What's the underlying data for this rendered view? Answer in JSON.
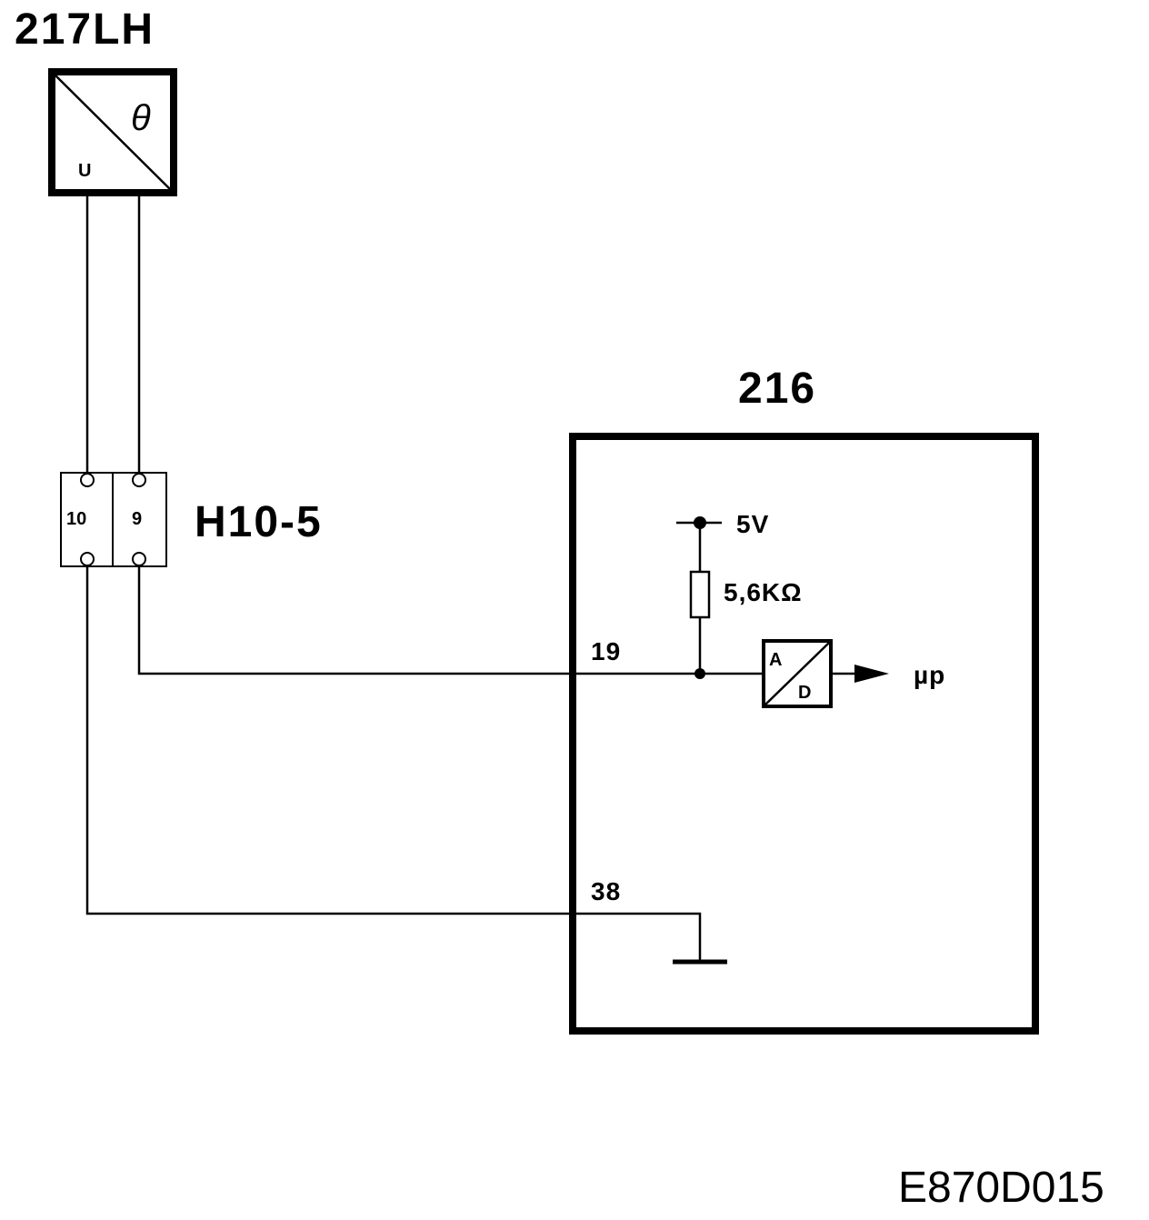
{
  "sensor": {
    "ref": "217LH",
    "symbol_theta": "θ",
    "symbol_u": "U"
  },
  "connector": {
    "ref": "H10-5",
    "pins": [
      "10",
      "9"
    ]
  },
  "ecu": {
    "ref": "216",
    "supply": "5V",
    "resistor": "5,6KΩ",
    "pin_signal": "19",
    "pin_ground": "38",
    "adc_a": "A",
    "adc_d": "D",
    "output": "µp"
  },
  "figure_code": "E870D015"
}
